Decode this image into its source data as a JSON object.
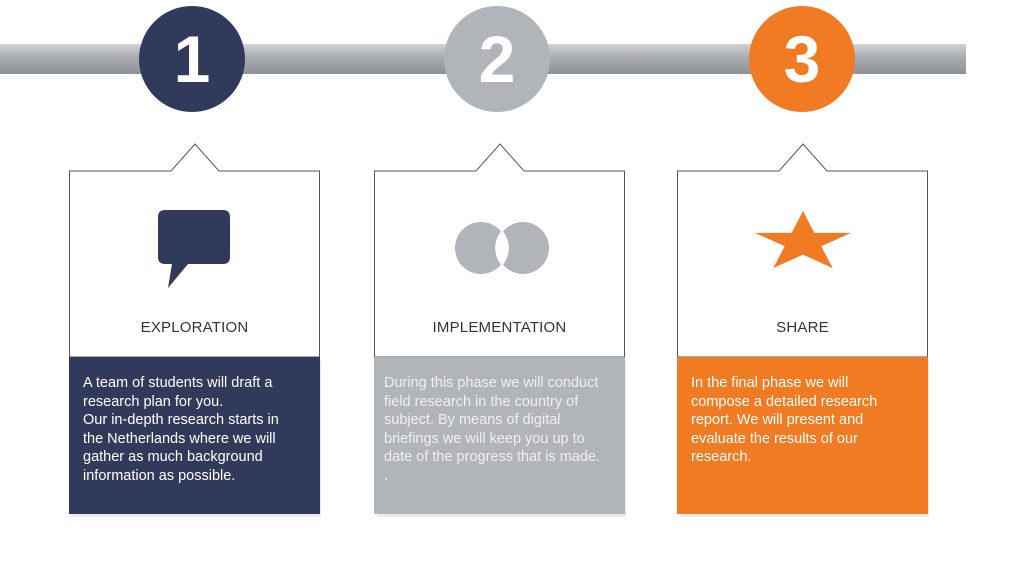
{
  "colors": {
    "navy": "#323a5b",
    "gray": "#b1b4b9",
    "orange": "#f07b22",
    "bar": "#a9acb1",
    "card_border": "#555555"
  },
  "steps": [
    {
      "number": "1",
      "title": "EXPLORATION",
      "icon": "speech-bubble-icon",
      "description": [
        "A team of students will draft a",
        "research plan for you.",
        "Our in-depth research starts in",
        "the Netherlands where we will",
        "gather as much background",
        "information as possible."
      ]
    },
    {
      "number": "2",
      "title": "IMPLEMENTATION",
      "icon": "overlapping-circles-icon",
      "description": [
        "During this phase we will conduct",
        "field research in the country of",
        "subject. By means of digital",
        "briefings we will keep you up to",
        "date of the progress that is made.",
        "."
      ]
    },
    {
      "number": "3",
      "title": "SHARE",
      "icon": "star-icon",
      "description": [
        "In the final phase we will",
        "compose a detailed research",
        "report. We will present and",
        "evaluate the results of our",
        "research."
      ]
    }
  ]
}
